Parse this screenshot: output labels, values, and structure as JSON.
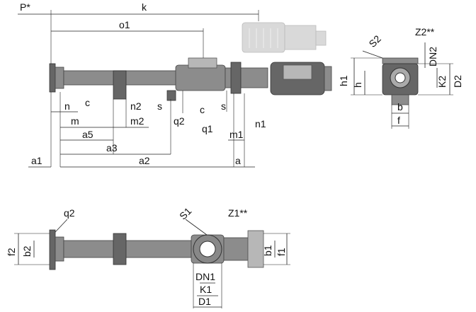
{
  "labels": {
    "P": "P*",
    "k": "k",
    "o1": "o1",
    "n": "n",
    "c_left": "c",
    "n2": "n2",
    "s_left": "s",
    "c_mid": "c",
    "s_right": "s",
    "n1": "n1",
    "m": "m",
    "m2": "m2",
    "q2_top": "q2",
    "q1": "q1",
    "m1": "m1",
    "a5": "a5",
    "a3": "a3",
    "a1": "a1",
    "a2": "a2",
    "a": "a",
    "S2": "S2",
    "Z2": "Z2**",
    "DN2": "DN2",
    "h1": "h1",
    "h": "h",
    "K2": "K2",
    "D2": "D2",
    "b": "b",
    "f": "f",
    "q2_bottom": "q2",
    "S1": "S1",
    "Z1": "Z1**",
    "f2": "f2",
    "b2": "b2",
    "b1": "b1",
    "f1": "f1",
    "DN1": "DN1",
    "K1": "K1",
    "D1": "D1"
  }
}
